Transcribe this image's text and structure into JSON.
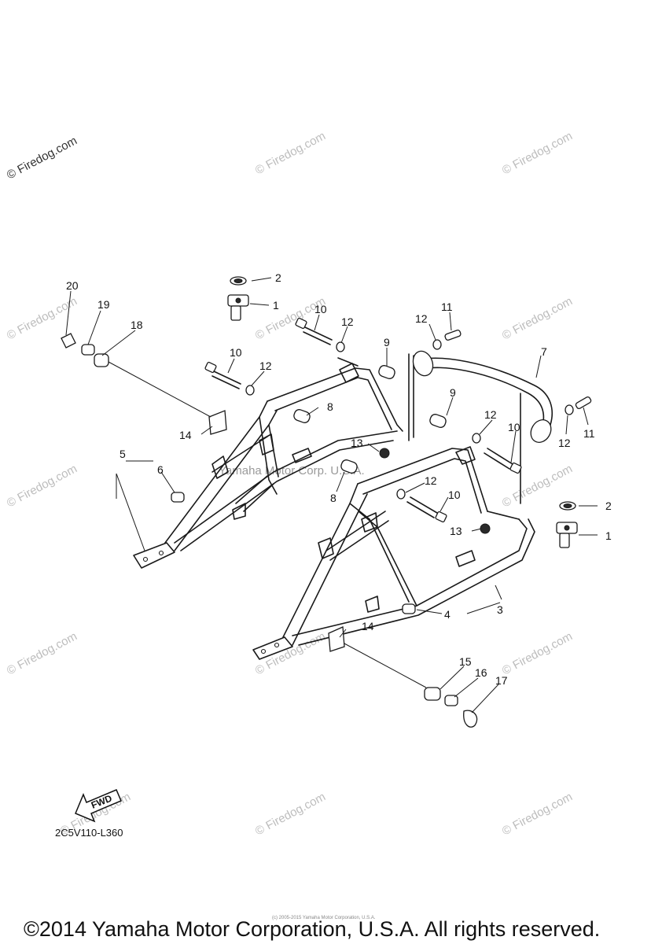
{
  "watermarks": {
    "text": "© Firedog.com",
    "center_text": "Yamaha Motor Corp. U.S.A."
  },
  "callouts": {
    "c20": "20",
    "c19": "19",
    "c18": "18",
    "c2_top": "2",
    "c1_top": "1",
    "c10_a": "10",
    "c12_a": "12",
    "c9_a": "9",
    "c12_b": "12",
    "c11_a": "11",
    "c10_b": "10",
    "c12_c": "12",
    "c8_a": "8",
    "c7": "7",
    "c14_a": "14",
    "c5": "5",
    "c6": "6",
    "c13_a": "13",
    "c9_b": "9",
    "c12_d": "12",
    "c10_c": "10",
    "c12_e": "12",
    "c11_b": "11",
    "c8_b": "8",
    "c12_f": "12",
    "c10_d": "10",
    "c2_right": "2",
    "c1_right": "1",
    "c13_b": "13",
    "c4": "4",
    "c3": "3",
    "c14_b": "14",
    "c15": "15",
    "c16": "16",
    "c17": "17"
  },
  "fwd_label": "FWD",
  "diagram_code": "2C5V110-L360",
  "fine_print": "(c) 2005-2015 Yamaha Motor Corporation, U.S.A.",
  "copyright": "©2014 Yamaha Motor Corporation, U.S.A. All rights reserved."
}
